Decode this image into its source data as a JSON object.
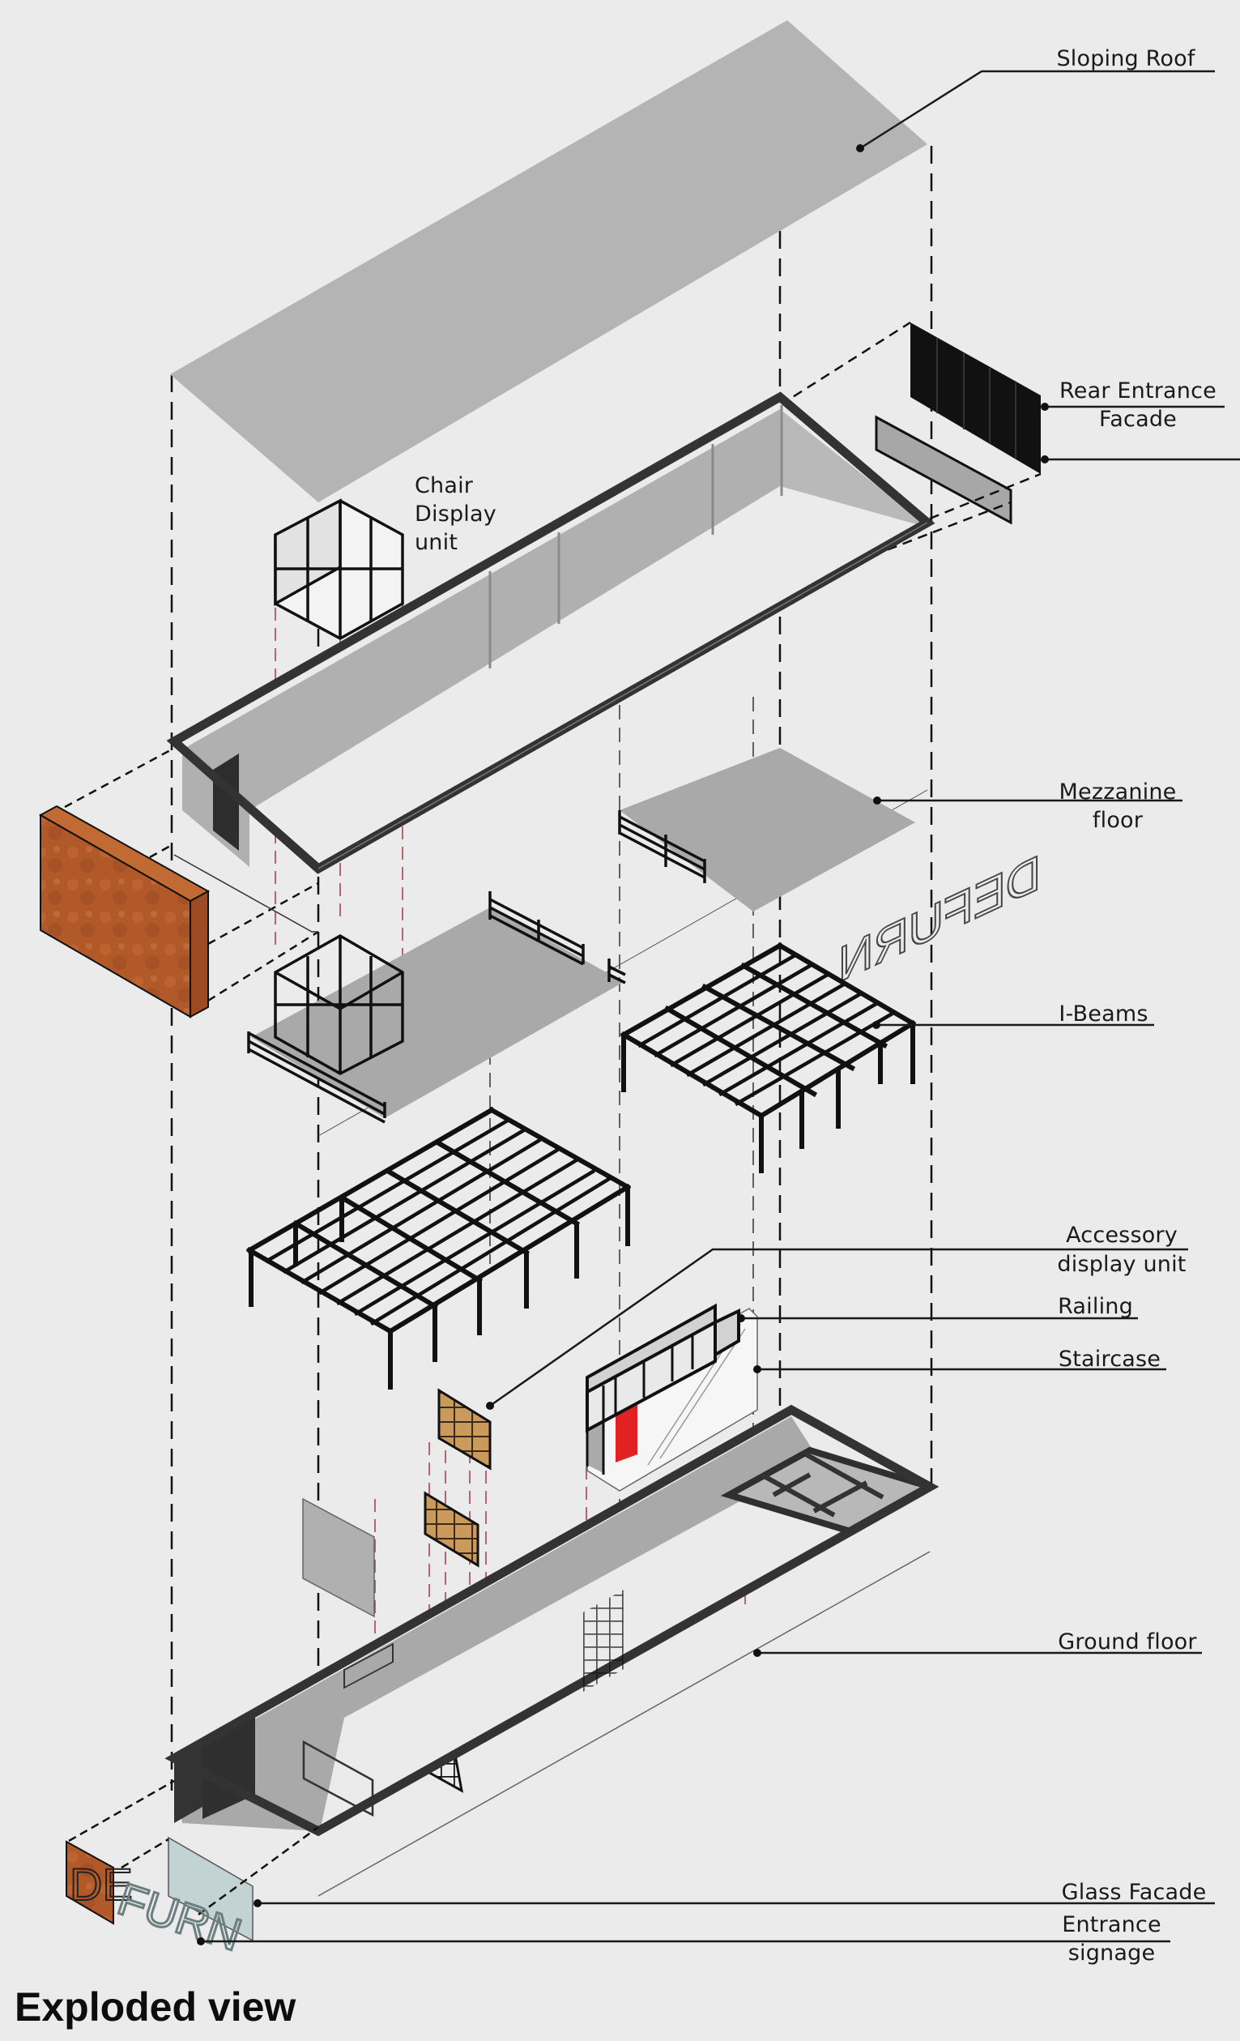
{
  "title": "Exploded view",
  "labels": {
    "sloping_roof": "Sloping Roof",
    "rear_entrance_facade_1": "Rear Entrance",
    "rear_entrance_facade_2": "Facade",
    "chair_display_1": "Chair",
    "chair_display_2": "Display",
    "chair_display_3": "unit",
    "mezzanine_1": "Mezzanine",
    "mezzanine_2": "floor",
    "i_beams": "I-Beams",
    "accessory_1": "Accessory",
    "accessory_2": "display unit",
    "railing": "Railing",
    "staircase": "Staircase",
    "ground_floor": "Ground floor",
    "glass_facade": "Glass Facade",
    "entrance_signage_1": "Entrance",
    "entrance_signage_2": "signage"
  },
  "signage": {
    "logo_text": "DEFURN",
    "logo_first": "DE",
    "logo_rest": "FURN",
    "mirrored_text": "DEFURN"
  },
  "colors": {
    "background": "#ebebeb",
    "roof": "#b4b4b4",
    "wall_dark": "#333333",
    "wall_light": "#b0b0b0",
    "floor": "#a9a9a9",
    "corten": "#b2592a",
    "glass": "#c3d3d3",
    "accent_red": "#e22222",
    "shelf_wood": "#c99a5b",
    "guide_red": "#a33a46"
  }
}
